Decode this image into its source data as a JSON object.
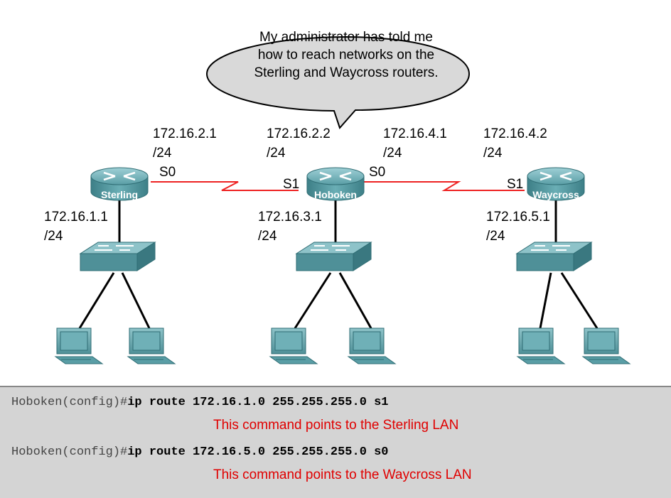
{
  "bubble": {
    "lines": [
      "My administrator has told me",
      "how to reach networks on the",
      "Sterling and Waycross routers."
    ]
  },
  "routers": {
    "sterling": {
      "name": "Sterling",
      "wan_ip": "172.16.2.1",
      "wan_mask": "/24",
      "lan_ip": "172.16.1.1",
      "lan_mask": "/24",
      "iface": "S0"
    },
    "hoboken": {
      "name": "Hoboken",
      "wan_left_ip": "172.16.2.2",
      "wan_left_mask": "/24",
      "wan_right_ip": "172.16.4.1",
      "wan_right_mask": "/24",
      "lan_ip": "172.16.3.1",
      "lan_mask": "/24",
      "iface_left": "S1",
      "iface_right": "S0"
    },
    "waycross": {
      "name": "Waycross",
      "wan_ip": "172.16.4.2",
      "wan_mask": "/24",
      "lan_ip": "172.16.5.1",
      "lan_mask": "/24",
      "iface": "S1"
    }
  },
  "colors": {
    "serial_link": "#ee2222",
    "device_teal": "#5a9ea6",
    "cli_bg": "#d4d4d4",
    "note_text": "#e00000"
  },
  "commands": [
    {
      "prompt": "Hoboken(config)#",
      "command": "ip route 172.16.1.0 255.255.255.0 s1",
      "note": "This command points to the Sterling LAN"
    },
    {
      "prompt": "Hoboken(config)#",
      "command": "ip route 172.16.5.0 255.255.255.0 s0",
      "note": "This command points to the Waycross LAN"
    }
  ]
}
